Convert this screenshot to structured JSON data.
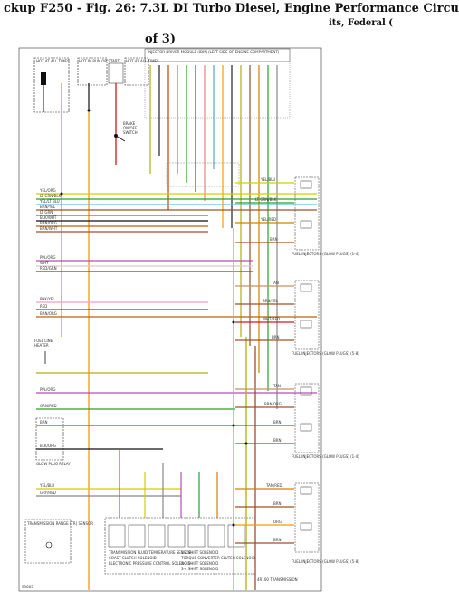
{
  "header": {
    "title_line1": "ckup F250 - Fig. 26: 7.3L DI Turbo Diesel, Engine Performance Circu",
    "title_right": "its, Federal (",
    "title_line2": "of 3)"
  },
  "diagram": {
    "left_labels": [
      "YEL/ORG",
      "LT GRN/BLK",
      "YEL/LT BLU",
      "BRN/YEL",
      "LT GRN",
      "BLK/WHT",
      "BRN/ORG",
      "BRN/WHT"
    ],
    "left_labels_2": [
      "PPL/ORG",
      "WHT",
      "RED/GRN"
    ],
    "left_labels_3": [
      "PNK/YEL",
      "RED",
      "BRN/ORG"
    ],
    "left_labels_4": [
      "PPL/ORG",
      "GRN/RED",
      "BRN",
      "BLK/ORG"
    ],
    "left_labels_5": [
      "YEL/BLU",
      "GRY/RED"
    ],
    "right_wire_labels_1": [
      "YEL/BLU",
      "LT GRN/BLK",
      "YEL/RED",
      "BRN"
    ],
    "right_wire_labels_2": [
      "TAN",
      "BRN/YEL",
      "WHT/RED",
      "BRN"
    ],
    "right_wire_labels_3": [
      "TAN",
      "BRN/ORG",
      "BRN",
      "BRN"
    ],
    "right_wire_labels_4": [
      "TAN/RED",
      "BRN",
      "ORG",
      "BRN"
    ],
    "right_component_labels": [
      "FUEL INJECTORS (GLOW PLUGS) (1-4)",
      "FUEL INJECTORS (GLOW PLUGS) (5-8)",
      "FUEL INJECTORS (GLOW PLUGS) (1-4)",
      "FUEL INJECTORS (GLOW PLUGS) (5-8)"
    ],
    "top_labels": [
      "HOT AT ALL TIMES",
      "HOT IN RUN OR START",
      "HOT AT ALL TIMES"
    ],
    "ipc_label": "INJECTOR DRIVER MODULE (IDM)",
    "ipc_sub": "(LEFT SIDE OF ENGINE COMPARTMENT)",
    "bottom_box_labels": [
      "TRANSMISSION FLUID TEMPERATURE SENSOR",
      "COAST CLUTCH SOLENOID",
      "ELECTRONIC PRESSURE CONTROL SOLENOID",
      "1-2 SHIFT SOLENOID",
      "TORQUE CONVERTER CLUTCH SOLENOID",
      "2-3 SHIFT SOLENOID",
      "3-4 SHIFT SOLENOID"
    ],
    "transmission_label": "4R100 TRANSMISSION",
    "range_sensor_label": "TRANSMISSION RANGE (TR) SENSOR",
    "figure_id": "99803"
  }
}
